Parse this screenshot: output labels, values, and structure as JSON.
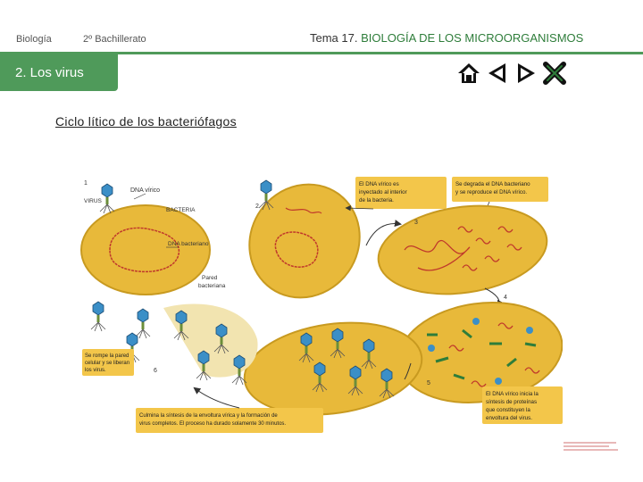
{
  "header": {
    "subject": "Biología",
    "course": "2º Bachillerato",
    "topic_prefix": "Tema 17.",
    "topic_name": "BIOLOGÍA DE LOS MICROORGANISMOS"
  },
  "section": {
    "label": "2. Los virus"
  },
  "nav": {
    "home_icon": "home-icon",
    "prev_icon": "triangle-left-icon",
    "next_icon": "triangle-right-icon",
    "close_icon": "close-x-icon"
  },
  "slide": {
    "title": "Ciclo lítico de los bacteriófagos"
  },
  "figure": {
    "steps": [
      "1",
      "2",
      "3",
      "4",
      "5",
      "6"
    ],
    "labels": {
      "dna_virico": "DNA vírico",
      "virus": "VIRUS",
      "bacteria": "BACTERIA",
      "dna_bacteriano": "DNA bacteriano",
      "pared_1": "Pared",
      "pared_2": "bacteriana"
    },
    "boxes": {
      "b1": [
        "El DNA vírico es",
        "inyectado al interior",
        "de la bacteria."
      ],
      "b2": [
        "Se degrada el DNA bacteriano",
        "y se reproduce el DNA vírico."
      ],
      "b3": [
        "El DNA vírico inicia la",
        "síntesis de proteínas",
        "que constituyen la",
        "envoltura del virus."
      ],
      "b4": [
        "Culmina la síntesis de la envoltura vírica y la formación de",
        "virus completos. El proceso ha durado solamente 30 minutos."
      ],
      "b5": [
        "Se rompe la pared",
        "celular y se liberan",
        "los virus."
      ]
    },
    "colors": {
      "cell": "#e8b93a",
      "cell_edge": "#c89a20",
      "box": "#f3c64a",
      "dna": "#c0392b",
      "accent": "#4f9a5a"
    }
  }
}
